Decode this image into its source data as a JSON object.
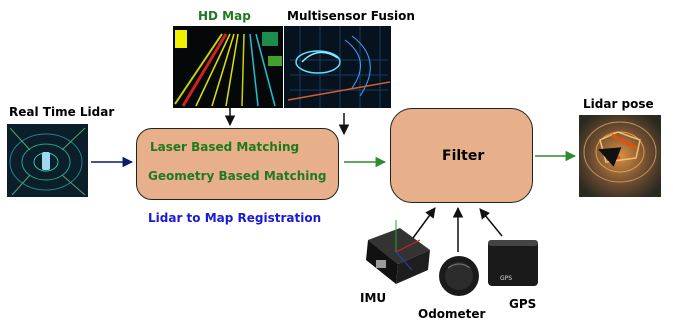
{
  "labels": {
    "hd_map": "HD Map",
    "multisensor": "Multisensor Fusion",
    "real_time_lidar": "Real Time Lidar",
    "lidar_pose": "Lidar pose",
    "laser_matching": "Laser Based Matching",
    "geometry_matching": "Geometry Based Matching",
    "registration": "Lidar to Map Registration",
    "filter": "Filter",
    "imu": "IMU",
    "odometer": "Odometer",
    "gps": "GPS",
    "gps_device_text": "GPS"
  },
  "colors": {
    "box_fill": "#e8b08a",
    "green_text": "#1f7a1f",
    "blue_text": "#1a1adb",
    "arrow_green": "#2e8b2e",
    "arrow_navy": "#0b1a6b"
  }
}
